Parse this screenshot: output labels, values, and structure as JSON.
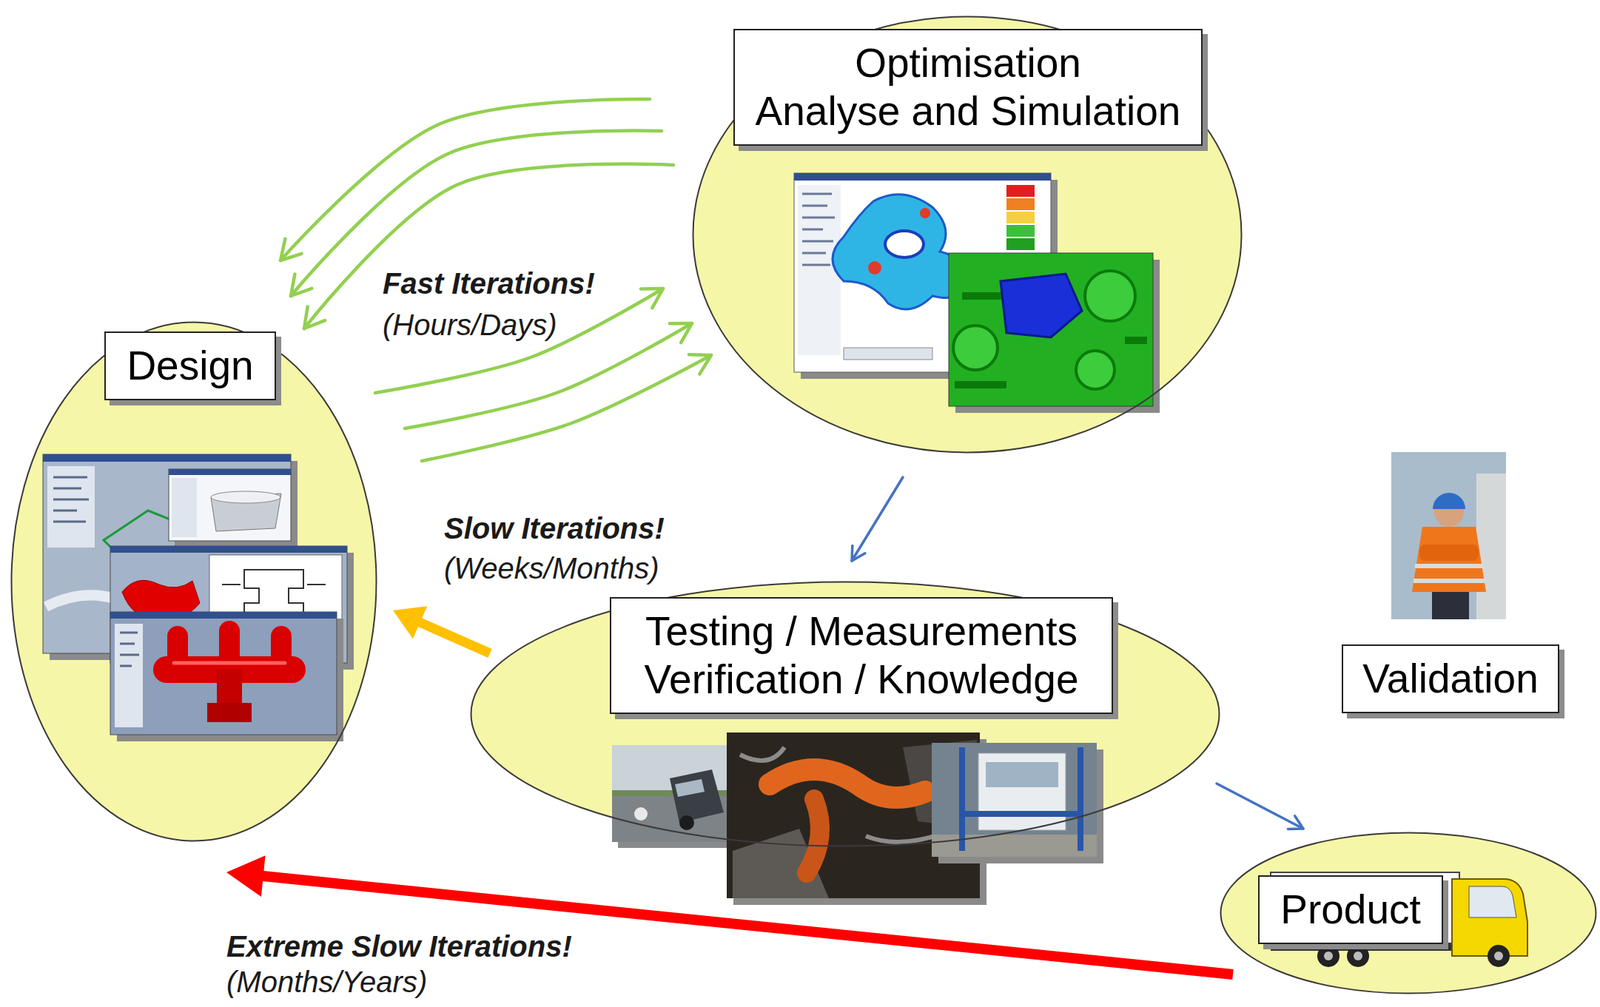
{
  "diagram": {
    "nodes": [
      {
        "text": [
          "Design"
        ]
      },
      {
        "text": [
          "Optimisation",
          "Analyse and Simulation"
        ]
      },
      {
        "text": [
          "Testing / Measurements Verification / Knowledge"
        ]
      },
      {
        "text": [
          "Validation"
        ]
      },
      {
        "text": [
          "Product"
        ]
      }
    ],
    "edges": [
      {
        "from": 1,
        "to": 0,
        "arrow": "to"
      },
      {
        "from": 1,
        "to": 0,
        "arrow": "to"
      },
      {
        "from": 1,
        "to": 0,
        "arrow": "to"
      },
      {
        "from": 0,
        "to": 1,
        "arrow": "to"
      },
      {
        "from": 0,
        "to": 1,
        "arrow": "to"
      },
      {
        "from": 0,
        "to": 1,
        "arrow": "to"
      },
      {
        "from": 1,
        "to": 2,
        "arrow": "to"
      },
      {
        "from": 2,
        "to": 0,
        "arrow": "to"
      },
      {
        "from": 2,
        "to": 4,
        "arrow": "to"
      },
      {
        "from": 4,
        "to": 0,
        "arrow": "to"
      }
    ],
    "labels": [
      "Fast Iterations!",
      "(Hours/Days)",
      "Slow Iterations!",
      "(Weeks/Months)",
      "Extreme Slow Iterations!",
      "(Months/Years)"
    ]
  }
}
